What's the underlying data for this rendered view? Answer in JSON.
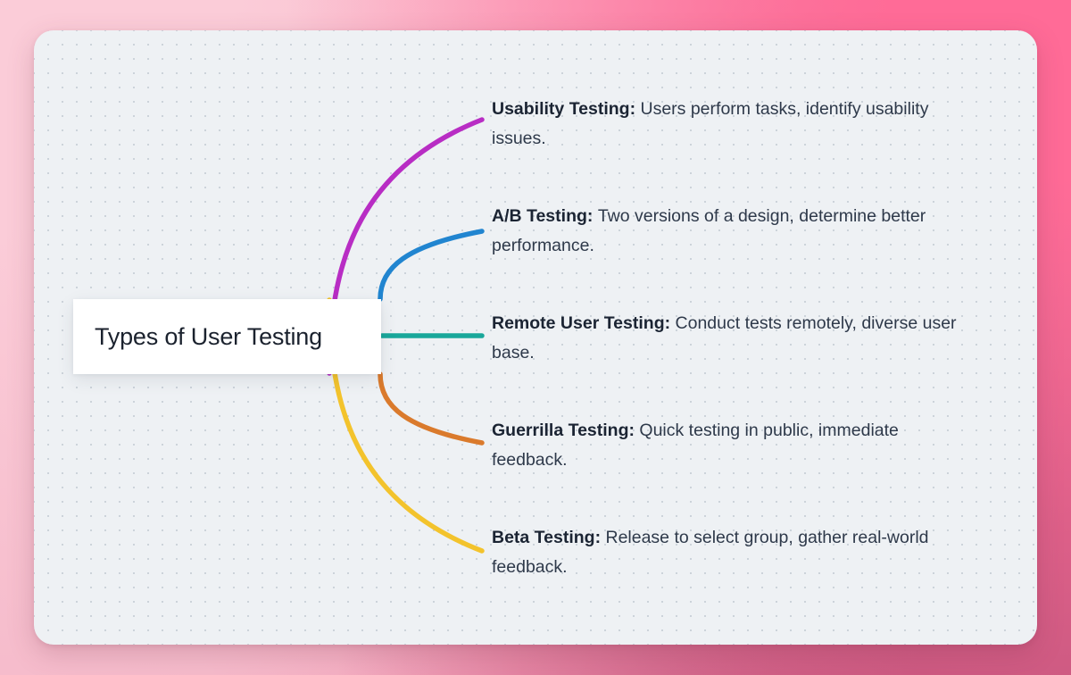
{
  "diagram": {
    "type": "mind-map",
    "title": "Types of User Testing",
    "canvas": {
      "background_color": "#eef1f4",
      "dot_grid_color": "#ccd3da",
      "frame_gradient_from": "#fbc9d6",
      "frame_gradient_to": "#c4577e"
    },
    "center": {
      "label": "Types of User Testing",
      "background_color": "#ffffff",
      "text_color": "#1b222e"
    },
    "branches": [
      {
        "id": "usability-testing",
        "title": "Usability Testing:",
        "description": "Users perform tasks, identify usability issues.",
        "color": "#b82dc4",
        "connector": "curve-up-far"
      },
      {
        "id": "ab-testing",
        "title": "A/B Testing:",
        "description": "Two versions of a design, determine better performance.",
        "color": "#2185d0",
        "connector": "curve-up-near"
      },
      {
        "id": "remote-user-testing",
        "title": "Remote User Testing:",
        "description": "Conduct tests remotely, diverse user base.",
        "color": "#19a79a",
        "connector": "straight"
      },
      {
        "id": "guerrilla-testing",
        "title": "Guerrilla Testing:",
        "description": "Quick testing in public, immediate feedback.",
        "color": "#da7a2c",
        "connector": "curve-down-near"
      },
      {
        "id": "beta-testing",
        "title": "Beta Testing:",
        "description": "Release to select group, gather real-world feedback.",
        "color": "#f3c32c",
        "connector": "curve-down-far"
      }
    ]
  }
}
